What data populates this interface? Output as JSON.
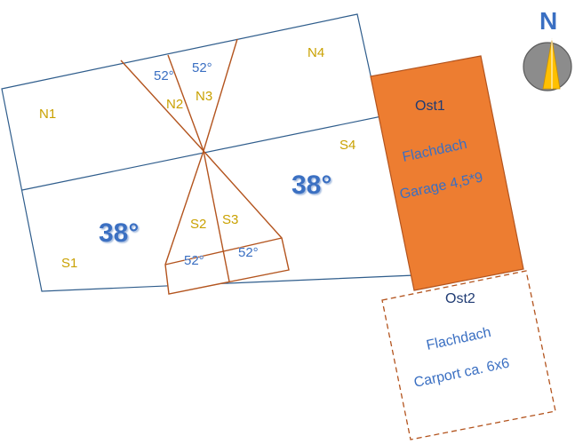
{
  "compass": {
    "north_label": "N"
  },
  "sections": {
    "n1": "N1",
    "n2": "N2",
    "n3": "N3",
    "n4": "N4",
    "s1": "S1",
    "s2": "S2",
    "s3": "S3",
    "s4": "S4"
  },
  "angles": {
    "n2": "52°",
    "n3": "52°",
    "s2": "52°",
    "s3": "52°",
    "south_main": "38°",
    "north_main": "38°"
  },
  "garage": {
    "name": "Ost1",
    "line1": "Flachdach",
    "line2": "Garage 4,5*9"
  },
  "carport": {
    "name": "Ost2",
    "line1": "Flachdach",
    "line2": "Carport ca. 6x6"
  },
  "colors": {
    "blue_outline": "#2f5d8c",
    "brown_line": "#b3541e",
    "garage_fill": "#ed7d31",
    "label_gold": "#c9a100",
    "label_blue": "#3a6fc2"
  }
}
